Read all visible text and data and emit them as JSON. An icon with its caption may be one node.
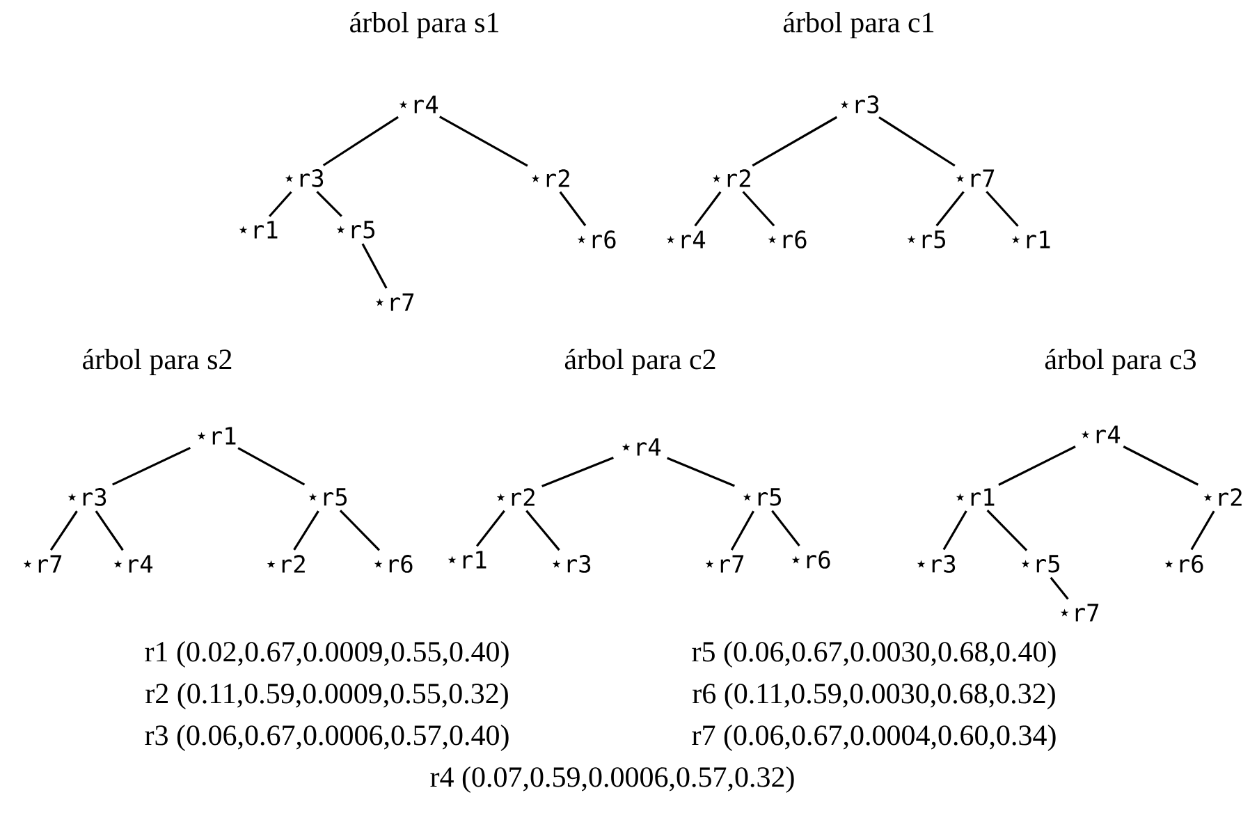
{
  "diagram": {
    "nodes": [
      {
        "text": [
          "⋆r4"
        ]
      },
      {
        "text": [
          "⋆r3"
        ]
      },
      {
        "text": [
          "⋆r2"
        ]
      },
      {
        "text": [
          "⋆r1"
        ]
      },
      {
        "text": [
          "⋆r5"
        ]
      },
      {
        "text": [
          "⋆r7"
        ]
      },
      {
        "text": [
          "⋆r6"
        ]
      },
      {
        "text": [
          "⋆r3"
        ]
      },
      {
        "text": [
          "⋆r2"
        ]
      },
      {
        "text": [
          "⋆r7"
        ]
      },
      {
        "text": [
          "⋆r4"
        ]
      },
      {
        "text": [
          "⋆r6"
        ]
      },
      {
        "text": [
          "⋆r5"
        ]
      },
      {
        "text": [
          "⋆r1"
        ]
      },
      {
        "text": [
          "⋆r1"
        ]
      },
      {
        "text": [
          "⋆r3"
        ]
      },
      {
        "text": [
          "⋆r5"
        ]
      },
      {
        "text": [
          "⋆r7"
        ]
      },
      {
        "text": [
          "⋆r4"
        ]
      },
      {
        "text": [
          "⋆r2"
        ]
      },
      {
        "text": [
          "⋆r6"
        ]
      },
      {
        "text": [
          "⋆r4"
        ]
      },
      {
        "text": [
          "⋆r2"
        ]
      },
      {
        "text": [
          "⋆r5"
        ]
      },
      {
        "text": [
          "⋆r1"
        ]
      },
      {
        "text": [
          "⋆r3"
        ]
      },
      {
        "text": [
          "⋆r7"
        ]
      },
      {
        "text": [
          "⋆r6"
        ]
      },
      {
        "text": [
          "⋆r4"
        ]
      },
      {
        "text": [
          "⋆r1"
        ]
      },
      {
        "text": [
          "⋆r2"
        ]
      },
      {
        "text": [
          "⋆r3"
        ]
      },
      {
        "text": [
          "⋆r5"
        ]
      },
      {
        "text": [
          "⋆r6"
        ]
      },
      {
        "text": [
          "⋆r7"
        ]
      }
    ],
    "edges": [
      {
        "from": 0,
        "to": 1,
        "arrow": "none"
      },
      {
        "from": 0,
        "to": 2,
        "arrow": "none"
      },
      {
        "from": 1,
        "to": 3,
        "arrow": "none"
      },
      {
        "from": 1,
        "to": 4,
        "arrow": "none"
      },
      {
        "from": 4,
        "to": 5,
        "arrow": "none"
      },
      {
        "from": 2,
        "to": 6,
        "arrow": "none"
      },
      {
        "from": 7,
        "to": 8,
        "arrow": "none"
      },
      {
        "from": 7,
        "to": 9,
        "arrow": "none"
      },
      {
        "from": 8,
        "to": 10,
        "arrow": "none"
      },
      {
        "from": 8,
        "to": 11,
        "arrow": "none"
      },
      {
        "from": 9,
        "to": 12,
        "arrow": "none"
      },
      {
        "from": 9,
        "to": 13,
        "arrow": "none"
      },
      {
        "from": 14,
        "to": 15,
        "arrow": "none"
      },
      {
        "from": 14,
        "to": 16,
        "arrow": "none"
      },
      {
        "from": 15,
        "to": 17,
        "arrow": "none"
      },
      {
        "from": 15,
        "to": 18,
        "arrow": "none"
      },
      {
        "from": 16,
        "to": 19,
        "arrow": "none"
      },
      {
        "from": 16,
        "to": 20,
        "arrow": "none"
      },
      {
        "from": 21,
        "to": 22,
        "arrow": "none"
      },
      {
        "from": 21,
        "to": 23,
        "arrow": "none"
      },
      {
        "from": 22,
        "to": 24,
        "arrow": "none"
      },
      {
        "from": 22,
        "to": 25,
        "arrow": "none"
      },
      {
        "from": 23,
        "to": 26,
        "arrow": "none"
      },
      {
        "from": 23,
        "to": 27,
        "arrow": "none"
      },
      {
        "from": 28,
        "to": 29,
        "arrow": "none"
      },
      {
        "from": 28,
        "to": 30,
        "arrow": "none"
      },
      {
        "from": 29,
        "to": 31,
        "arrow": "none"
      },
      {
        "from": 29,
        "to": 32,
        "arrow": "none"
      },
      {
        "from": 30,
        "to": 33,
        "arrow": "none"
      },
      {
        "from": 32,
        "to": 34,
        "arrow": "none"
      }
    ],
    "labels": [
      "árbol para s1",
      "árbol para c1",
      "árbol para s2",
      "árbol para c2",
      "árbol para c3",
      "r1 (0.02,0.67,0.0009,0.55,0.40)",
      "r5 (0.06,0.67,0.0030,0.68,0.40)",
      "r2 (0.11,0.59,0.0009,0.55,0.32)",
      "r6 (0.11,0.59,0.0030,0.68,0.32)",
      "r3 (0.06,0.67,0.0006,0.57,0.40)",
      "r7 (0.06,0.67,0.0004,0.60,0.34)",
      "r4 (0.07,0.59,0.0006,0.57,0.32)"
    ]
  }
}
